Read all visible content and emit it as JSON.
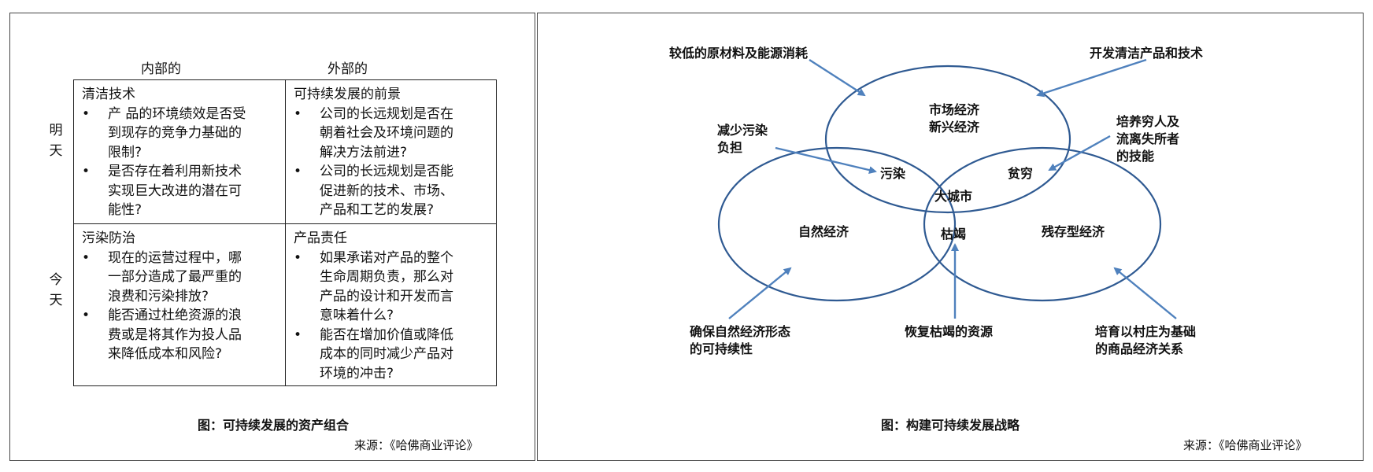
{
  "matrix": {
    "col_headers": [
      "内部的",
      "外部的"
    ],
    "row_headers": [
      "明天",
      "今天"
    ],
    "bullet": "•",
    "cells": {
      "top_left": {
        "title": "清洁技术",
        "items": [
          [
            "产 品的环境绩效是否受",
            "到现存的竞争力基础的",
            "限制?"
          ],
          [
            "是否存在着利用新技术",
            "实现巨大改进的潜在可",
            "能性?"
          ]
        ]
      },
      "top_right": {
        "title": "可持续发展的前景",
        "items": [
          [
            "公司的长远规划是否在",
            "朝着社会及环境问题的",
            "解决方法前进?"
          ],
          [
            "公司的长远规划是否能",
            "促进新的技术、市场、",
            "产品和工艺的发展?"
          ]
        ]
      },
      "bottom_left": {
        "title": "污染防治",
        "items": [
          [
            "现在的运营过程中，哪",
            "一部分造成了最严重的",
            "浪费和污染排放?"
          ],
          [
            "能否通过杜绝资源的浪",
            "费或是将其作为投人品",
            "来降低成本和风险?"
          ]
        ]
      },
      "bottom_right": {
        "title": "产品责任",
        "items": [
          [
            "如果承诺对产品的整个",
            "生命周期负责，那么对",
            "产品的设计和开发而言",
            "意味着什么?"
          ],
          [
            "能否在增加价值或降低",
            "成本的同时减少产品对",
            "环境的冲击?"
          ]
        ]
      }
    },
    "caption": "图：可持续发展的资产组合",
    "source": "来源：《哈佛商业评论》"
  },
  "venn": {
    "colors": {
      "circle": "#2f5a92",
      "arrow": "#4f81bd"
    },
    "circles": {
      "top": [
        "市场经济",
        "新兴经济"
      ],
      "left": "自然经济",
      "right": "残存型经济"
    },
    "intersections": {
      "top_left": "污染",
      "top_right": "贫穷",
      "center": "大城市",
      "bottom": "枯竭"
    },
    "annotations": {
      "top_left": [
        "较低的原材料及能源消耗"
      ],
      "top_right": [
        "开发清洁产品和技术"
      ],
      "mid_left": [
        "减少污染",
        "负担"
      ],
      "mid_right": [
        "培养穷人及",
        "流离失所者",
        "的技能"
      ],
      "bottom_left": [
        "确保自然经济形态",
        "的可持续性"
      ],
      "bottom_center": [
        "恢复枯竭的资源"
      ],
      "bottom_right": [
        "培育以村庄为基础",
        "的商品经济关系"
      ]
    },
    "caption": "图：构建可持续发展战略",
    "source": "来源：《哈佛商业评论》"
  }
}
